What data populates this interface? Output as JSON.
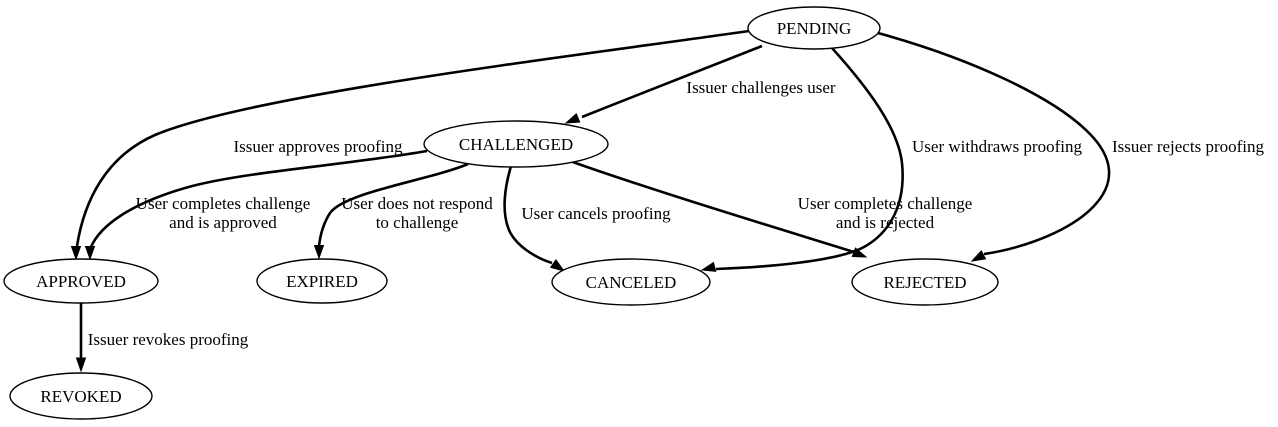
{
  "diagram": {
    "background_color": "#ffffff",
    "line_color": "#000000",
    "node_fill_color": "#ffffff",
    "nodes": [
      {
        "id": "pending",
        "label": "PENDING"
      },
      {
        "id": "challenged",
        "label": "CHALLENGED"
      },
      {
        "id": "approved",
        "label": "APPROVED"
      },
      {
        "id": "expired",
        "label": "EXPIRED"
      },
      {
        "id": "canceled",
        "label": "CANCELED"
      },
      {
        "id": "rejected",
        "label": "REJECTED"
      },
      {
        "id": "revoked",
        "label": "REVOKED"
      }
    ],
    "edges": [
      {
        "from": "PENDING",
        "to": "CHALLENGED",
        "label": "Issuer challenges user"
      },
      {
        "from": "PENDING",
        "to": "APPROVED",
        "label": "Issuer approves proofing"
      },
      {
        "from": "CHALLENGED",
        "to": "APPROVED",
        "label": "User completes challenge and is approved",
        "lines": [
          "User completes challenge",
          "and is approved"
        ]
      },
      {
        "from": "CHALLENGED",
        "to": "EXPIRED",
        "label": "User does not respond to challenge",
        "lines": [
          "User does not respond",
          "to challenge"
        ]
      },
      {
        "from": "CHALLENGED",
        "to": "CANCELED",
        "label": "User cancels proofing"
      },
      {
        "from": "CHALLENGED",
        "to": "REJECTED",
        "label": "User completes challenge and is rejected",
        "lines": [
          "User completes challenge",
          "and is rejected"
        ]
      },
      {
        "from": "PENDING",
        "to": "CANCELED",
        "label": "User withdraws proofing"
      },
      {
        "from": "PENDING",
        "to": "REJECTED",
        "label": "Issuer rejects proofing"
      },
      {
        "from": "APPROVED",
        "to": "REVOKED",
        "label": "Issuer revokes proofing"
      }
    ]
  }
}
